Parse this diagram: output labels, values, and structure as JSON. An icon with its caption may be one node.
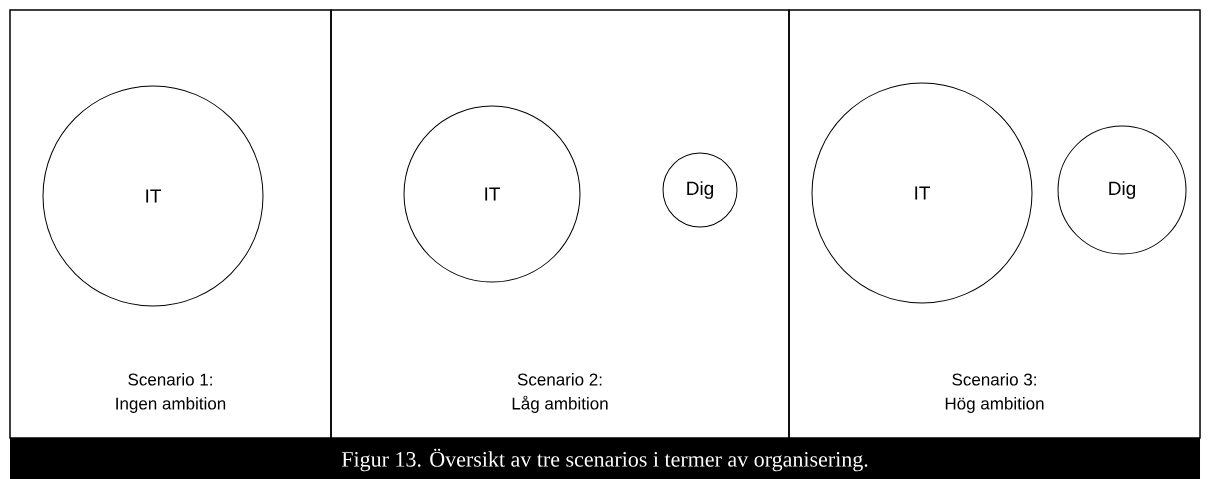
{
  "diagram": {
    "caption": "Figur 13. Översikt av tre scenarios i termer av organisering.",
    "nodes": [
      {
        "text": [
          "Scenario 1:",
          "Ingen ambition"
        ]
      },
      {
        "text": [
          "IT"
        ],
        "in": 0
      },
      {
        "text": [
          "Scenario 2:",
          "Låg ambition"
        ]
      },
      {
        "text": [
          "IT"
        ],
        "in": 2
      },
      {
        "text": [
          "Dig"
        ],
        "in": 2
      },
      {
        "text": [
          "Scenario 3:",
          "Hög ambition"
        ]
      },
      {
        "text": [
          "IT"
        ],
        "in": 5
      },
      {
        "text": [
          "Dig"
        ],
        "in": 5
      }
    ]
  }
}
